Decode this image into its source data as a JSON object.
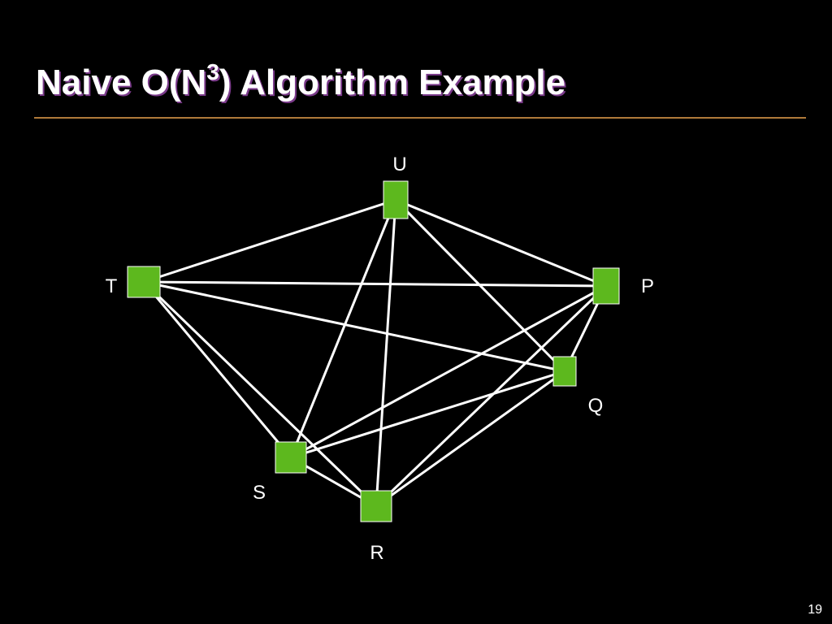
{
  "title": {
    "prefix": "Naive O(N",
    "superscript": "3",
    "suffix": ") Algorithm Example"
  },
  "colors": {
    "background": "#000000",
    "node_fill": "#5db81e",
    "edge": "#ffffff",
    "rule": "#b07a3a",
    "title_shadow": "#7a3a8a"
  },
  "graph": {
    "nodes": [
      {
        "id": "U",
        "label": "U"
      },
      {
        "id": "T",
        "label": "T"
      },
      {
        "id": "P",
        "label": "P"
      },
      {
        "id": "Q",
        "label": "Q"
      },
      {
        "id": "S",
        "label": "S"
      },
      {
        "id": "R",
        "label": "R"
      }
    ],
    "edges": [
      [
        "U",
        "T"
      ],
      [
        "U",
        "P"
      ],
      [
        "U",
        "Q"
      ],
      [
        "U",
        "S"
      ],
      [
        "U",
        "R"
      ],
      [
        "T",
        "P"
      ],
      [
        "T",
        "Q"
      ],
      [
        "T",
        "S"
      ],
      [
        "T",
        "R"
      ],
      [
        "P",
        "Q"
      ],
      [
        "P",
        "S"
      ],
      [
        "P",
        "R"
      ],
      [
        "Q",
        "S"
      ],
      [
        "Q",
        "R"
      ],
      [
        "S",
        "R"
      ]
    ]
  },
  "page_number": "19"
}
